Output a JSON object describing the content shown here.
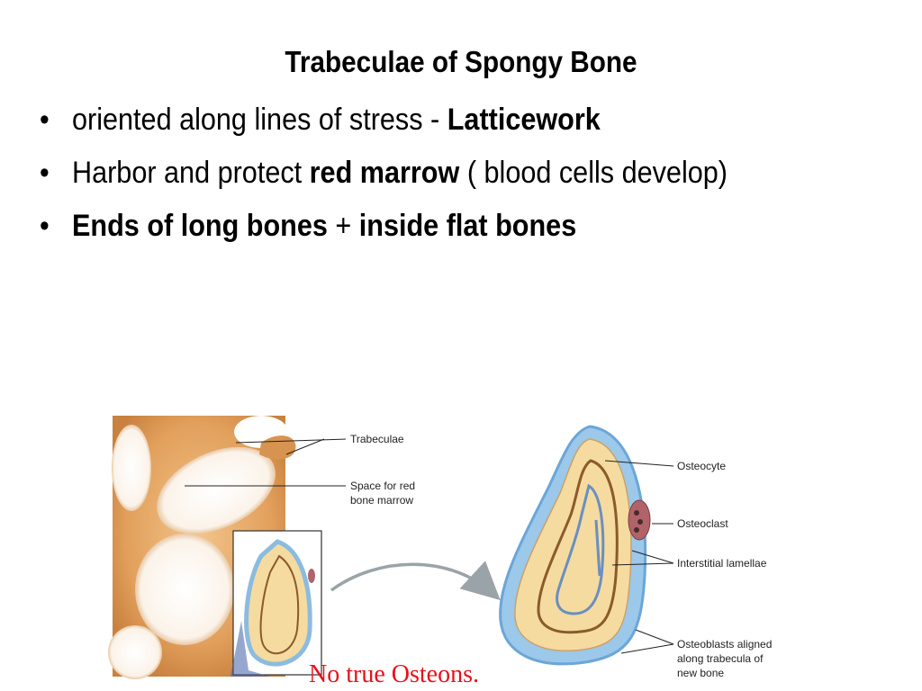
{
  "slide": {
    "title": "Trabeculae of Spongy Bone",
    "bullets": [
      {
        "marker": "•",
        "parts": [
          {
            "text": "oriented along lines of stress - ",
            "bold": false
          },
          {
            "text": "Latticework",
            "bold": true
          }
        ]
      },
      {
        "marker": "•",
        "parts": [
          {
            "text": "Harbor and protect ",
            "bold": false
          },
          {
            "text": "red marrow",
            "bold": true
          },
          {
            "text": " ( blood cells develop)",
            "bold": false
          }
        ]
      },
      {
        "marker": "•",
        "parts": [
          {
            "text": "Ends of long bones",
            "bold": true
          },
          {
            "text": " + ",
            "bold": false
          },
          {
            "text": "inside flat bones",
            "bold": true
          }
        ]
      }
    ]
  },
  "figure": {
    "labels": {
      "trabeculae": "Trabeculae",
      "space_line1": "Space for red",
      "space_line2": "bone marrow",
      "osteocyte": "Osteocyte",
      "osteoclast": "Osteoclast",
      "interstitial": "Interstitial lamellae",
      "osteoblasts_line1": "Osteoblasts aligned",
      "osteoblasts_line2": "along trabecula of",
      "osteoblasts_line3": "new bone"
    },
    "caption": "No true Osteons."
  },
  "colors": {
    "caption": "#e8101b",
    "bone": "#e8a866",
    "lamellae": "#f5dba0",
    "osteoblast": "#9cc8ea"
  }
}
